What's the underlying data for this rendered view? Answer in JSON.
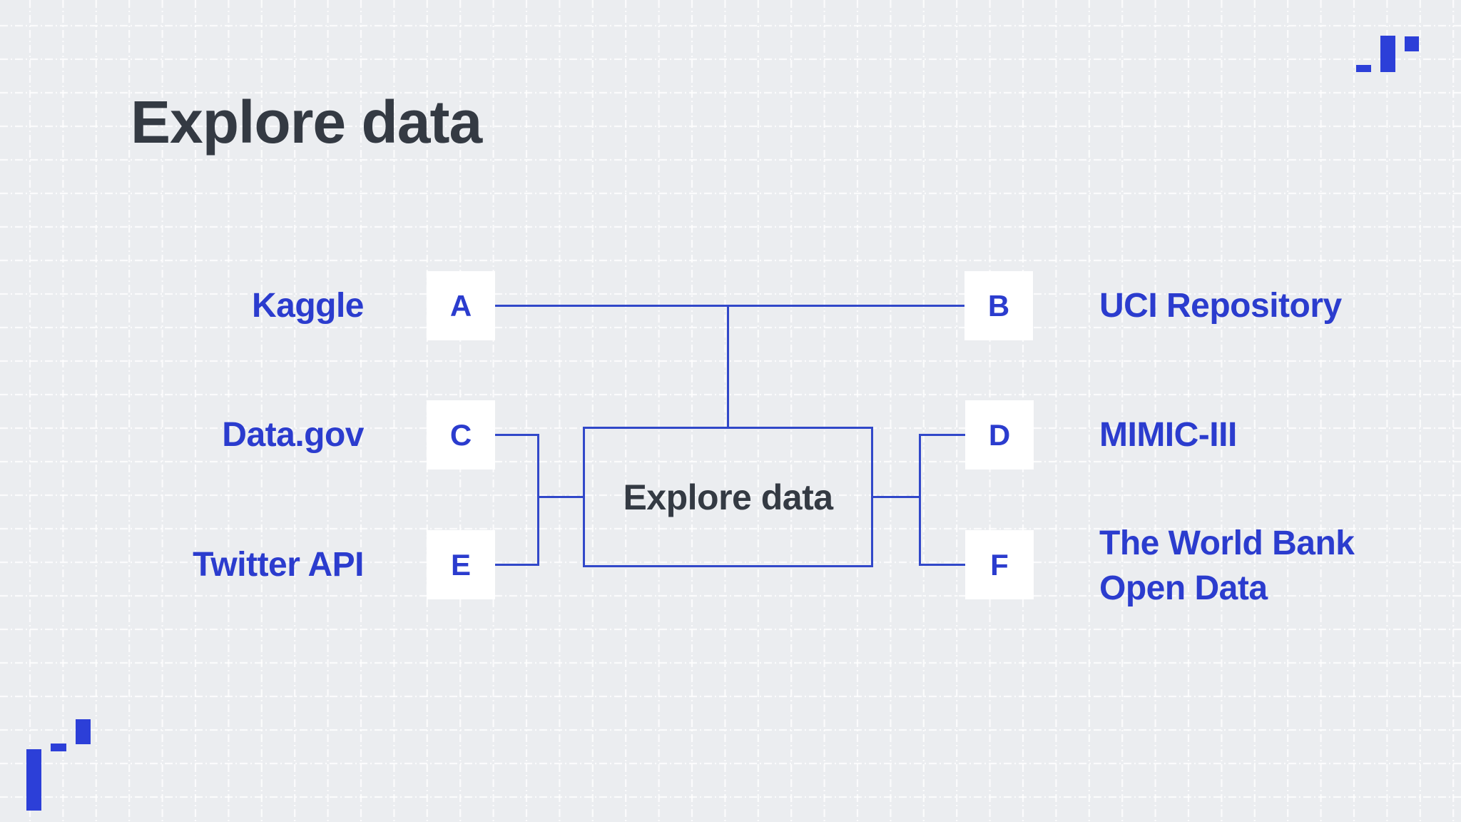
{
  "slide": {
    "title": "Explore data",
    "center_box_label": "Explore data"
  },
  "nodes": {
    "a": {
      "letter": "A",
      "label": "Kaggle"
    },
    "b": {
      "letter": "B",
      "label": "UCI Repository"
    },
    "c": {
      "letter": "C",
      "label": "Data.gov"
    },
    "d": {
      "letter": "D",
      "label": "MIMIC-III"
    },
    "e": {
      "letter": "E",
      "label": "Twitter API"
    },
    "f": {
      "letter": "F",
      "label": "The World Bank Open Data"
    }
  },
  "colors": {
    "background": "#ebedf0",
    "grid_line": "#ffffff",
    "accent_blue_text": "#2b3cce",
    "connector_blue": "#3148c9",
    "decor_blue": "#2c3fd8",
    "heading_dark": "#343a43",
    "tile_background": "#ffffff"
  }
}
